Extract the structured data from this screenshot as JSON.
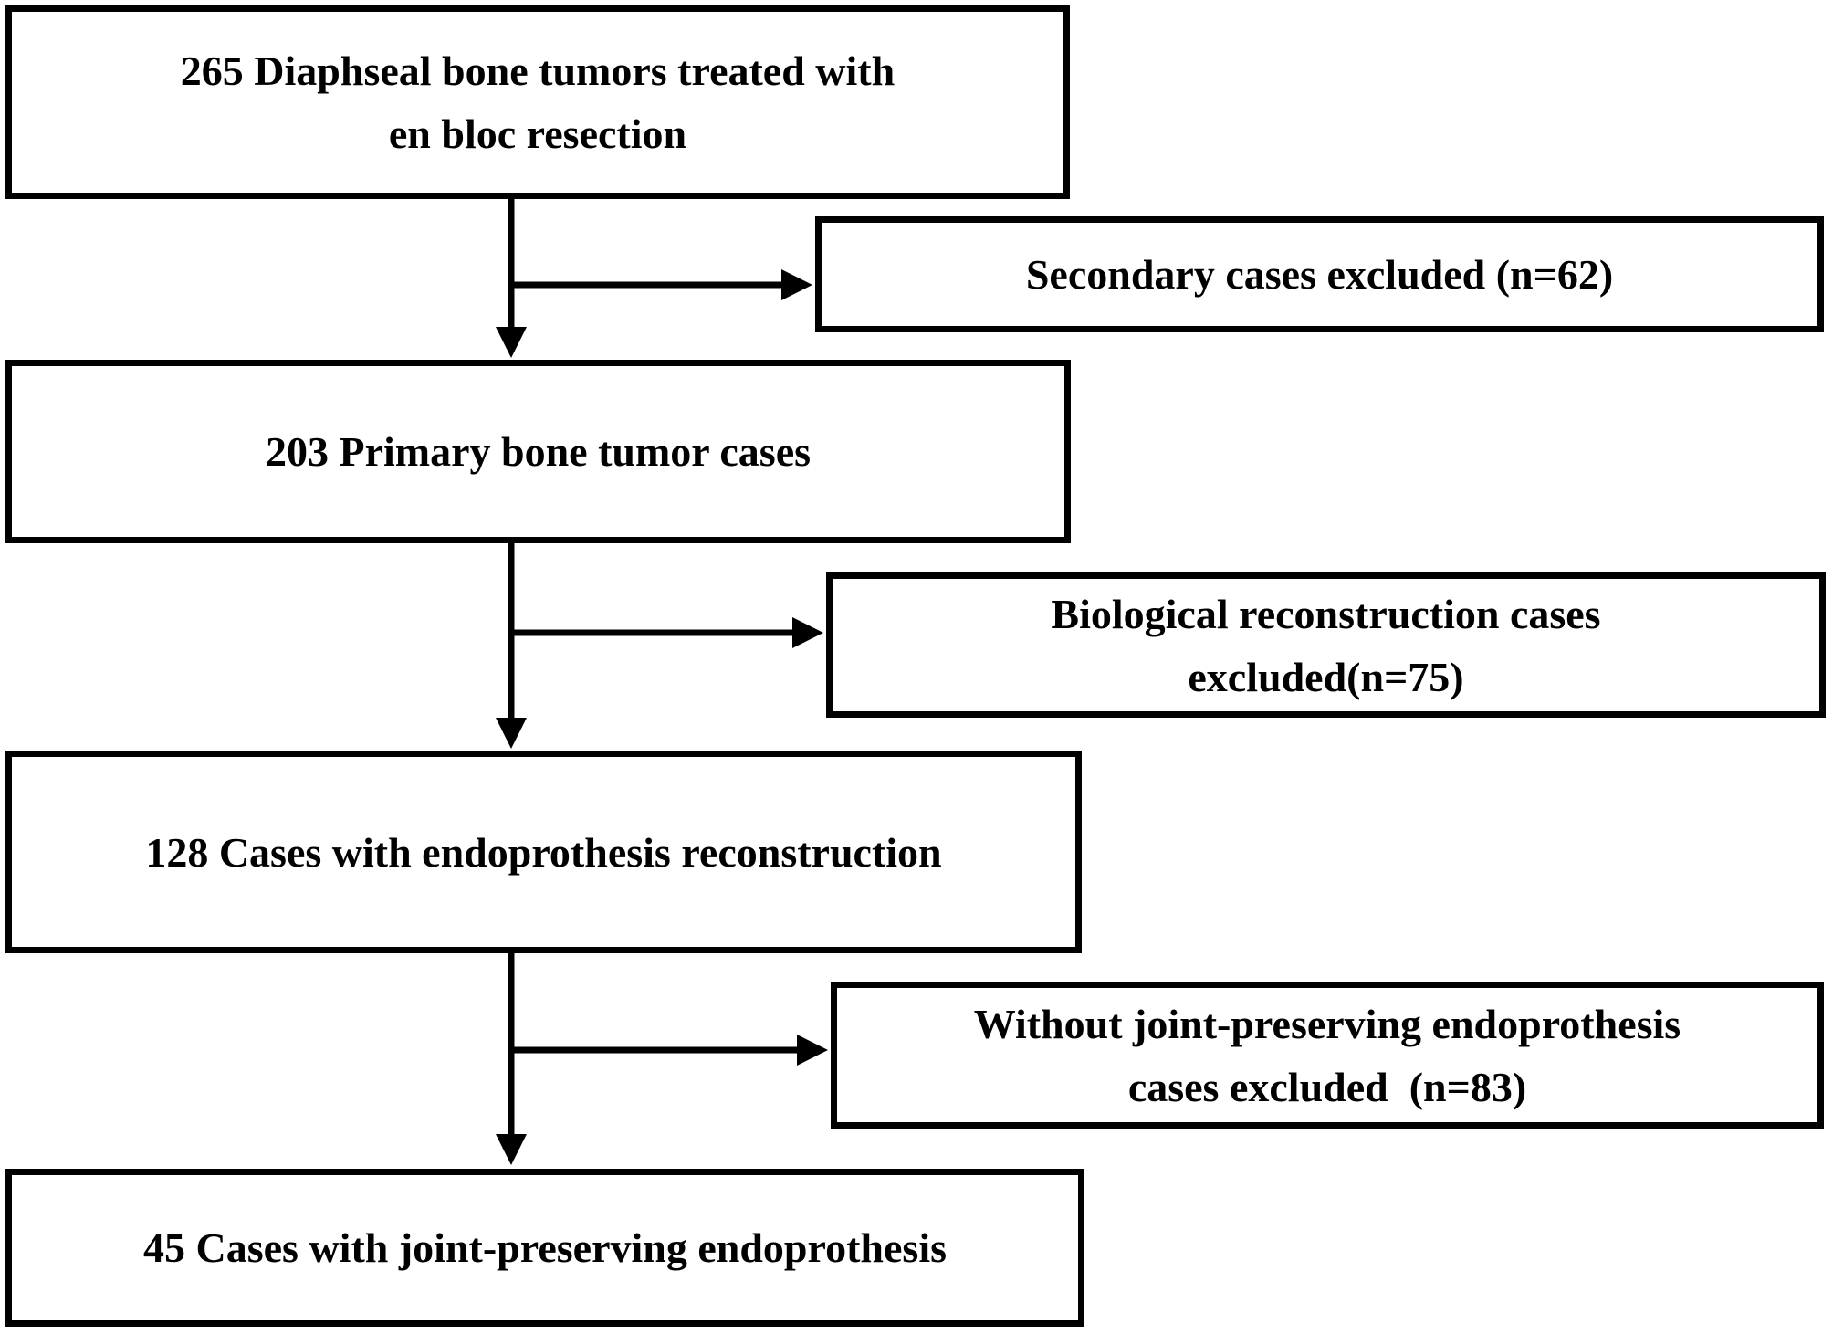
{
  "flowchart": {
    "background_color": "#ffffff",
    "line_color": "#000000",
    "nodes": [
      {
        "id": "diaphyseal-total",
        "role": "main",
        "count": 265,
        "lines": [
          "265 Diaphseal bone tumors treated with",
          "en bloc resection"
        ]
      },
      {
        "id": "secondary-excluded",
        "role": "exclusion",
        "count": 62,
        "lines": [
          "Secondary cases excluded (n=62)"
        ]
      },
      {
        "id": "primary-bone-tumor",
        "role": "main",
        "count": 203,
        "lines": [
          "203 Primary bone tumor cases"
        ]
      },
      {
        "id": "biological-reconstruction-excluded",
        "role": "exclusion",
        "count": 75,
        "lines": [
          "Biological reconstruction cases",
          "excluded(n=75)"
        ]
      },
      {
        "id": "endoprothesis-reconstruction",
        "role": "main",
        "count": 128,
        "lines": [
          "128 Cases with endoprothesis reconstruction"
        ]
      },
      {
        "id": "without-joint-preserving-excluded",
        "role": "exclusion",
        "count": 83,
        "lines": [
          "Without joint-preserving endoprothesis",
          "cases excluded  (n=83)"
        ]
      },
      {
        "id": "joint-preserving-endoprothesis",
        "role": "main",
        "count": 45,
        "lines": [
          "45 Cases with joint-preserving endoprothesis"
        ]
      }
    ]
  }
}
